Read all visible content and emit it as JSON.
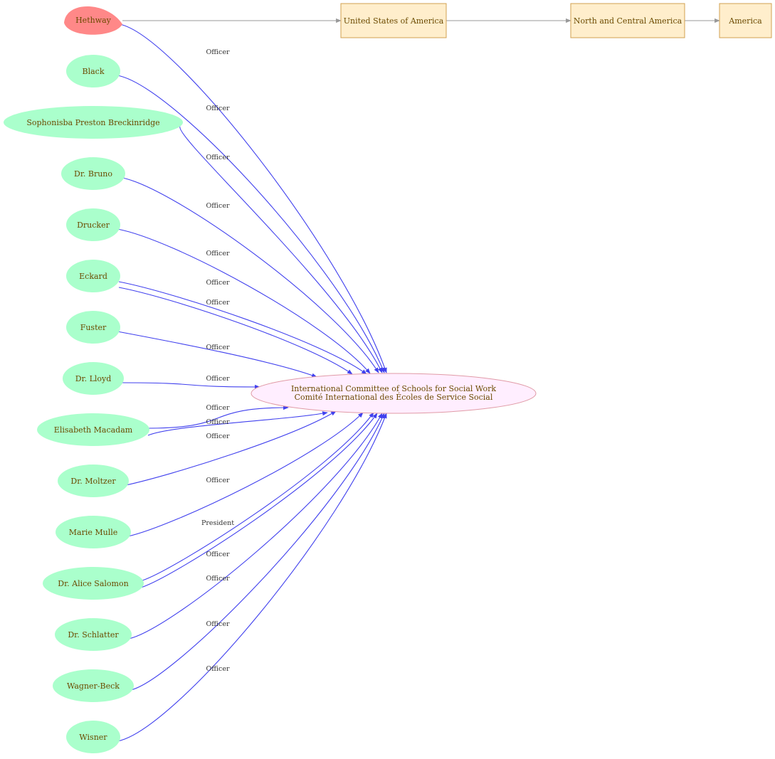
{
  "organization": {
    "line1": "International Committee of Schools for Social Work",
    "line2": "Comité International des Écoles de Service Social"
  },
  "places": [
    {
      "label": "United States of America"
    },
    {
      "label": "North and Central America"
    },
    {
      "label": "America"
    }
  ],
  "people": [
    {
      "name": "Hethway",
      "highlight": true,
      "edges": [
        "Officer"
      ]
    },
    {
      "name": "Black",
      "edges": [
        "Officer"
      ]
    },
    {
      "name": "Sophonisba Preston Breckinridge",
      "edges": [
        "Officer"
      ]
    },
    {
      "name": "Dr. Bruno",
      "edges": [
        "Officer"
      ]
    },
    {
      "name": "Drucker",
      "edges": [
        "Officer"
      ]
    },
    {
      "name": "Eckard",
      "edges": [
        "Officer",
        "Officer"
      ]
    },
    {
      "name": "Fuster",
      "edges": [
        "Officer"
      ]
    },
    {
      "name": "Dr. Lloyd",
      "edges": [
        "Officer"
      ]
    },
    {
      "name": "Elisabeth Macadam",
      "edges": [
        "Officer",
        "Officer"
      ]
    },
    {
      "name": "Dr. Moltzer",
      "edges": [
        "Officer"
      ]
    },
    {
      "name": "Marie Mulle",
      "edges": [
        "Officer"
      ]
    },
    {
      "name": "Dr. Alice Salomon",
      "edges": [
        "President",
        "Officer"
      ]
    },
    {
      "name": "Dr. Schlatter",
      "edges": [
        "Officer"
      ]
    },
    {
      "name": "Wagner-Beck",
      "edges": [
        "Officer"
      ]
    },
    {
      "name": "Wisner",
      "edges": [
        "Officer"
      ]
    }
  ],
  "colors": {
    "person_fill": "#aaffcc",
    "highlight_fill": "#ff8888",
    "place_fill": "#ffeecc",
    "org_fill": "#ffeeff",
    "edge_color": "#4040ee"
  }
}
